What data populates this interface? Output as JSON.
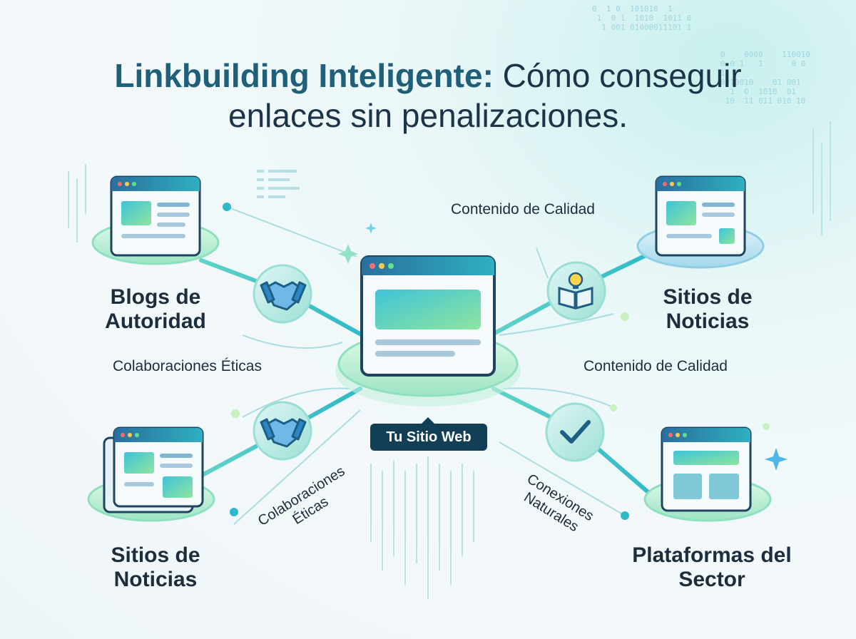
{
  "title": {
    "highlight": "Linkbuilding Inteligente:",
    "rest": " Cómo conseguir",
    "line2": "enlaces sin penalizaciones."
  },
  "nodes": {
    "top_left": "Blogs de Autoridad",
    "top_right": "Sitios de Noticias",
    "bottom_left": "Sitios de Noticias",
    "bottom_right": "Plataformas del Sector",
    "center": "Tu Sitio Web"
  },
  "connectors": {
    "top_left_caption": "Colaboraciones Éticas",
    "top_right_upper_caption": "Contenido de Calidad",
    "top_right_lower_caption": "Contenido de Calidad",
    "bottom_left_caption": "Colaboraciones Éticas",
    "bottom_right_caption": "Conexiones Naturales"
  },
  "icons": {
    "top_left_connector": "handshake-icon",
    "bottom_left_connector": "handshake-icon",
    "top_right_connector": "book-lightbulb-icon",
    "bottom_right_connector": "checkmark-icon"
  },
  "colors": {
    "title_highlight": "#1f5f78",
    "title_text": "#1c3348",
    "accent_teal": "#2fb8c8",
    "accent_green": "#6fdc9a",
    "badge_bg": "#123f55"
  }
}
